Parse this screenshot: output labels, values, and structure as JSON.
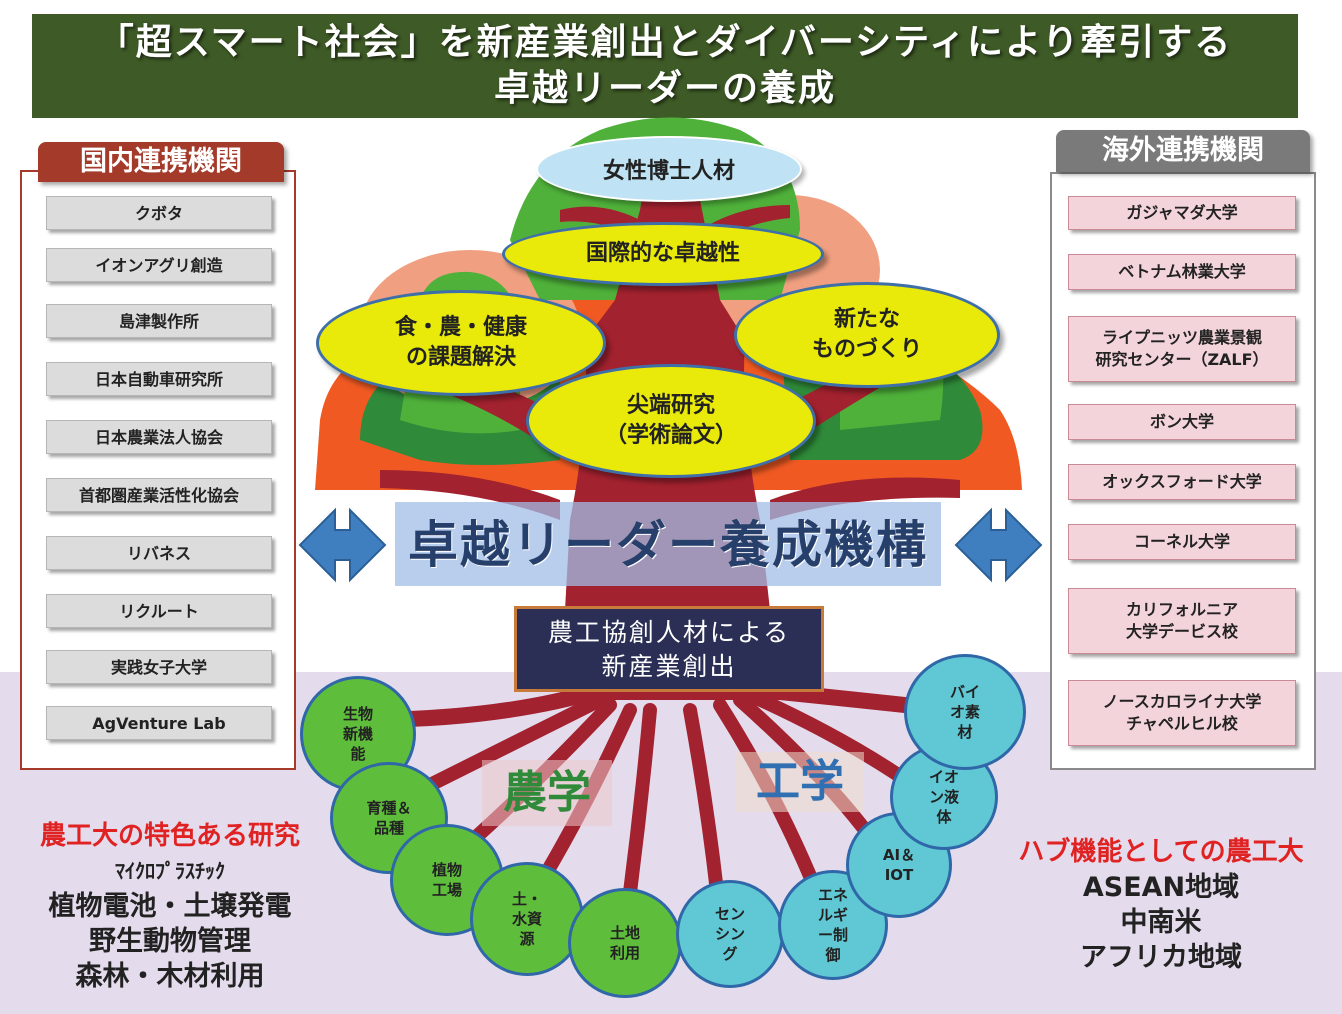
{
  "title": {
    "line1": "「超スマート社会」を新産業創出とダイバーシティにより牽引する",
    "line2": "卓越リーダーの養成"
  },
  "domestic": {
    "title": "国内連携機関",
    "items": [
      "クボタ",
      "イオンアグリ創造",
      "島津製作所",
      "日本自動車研究所",
      "日本農業法人協会",
      "首都圏産業活性化協会",
      "リバネス",
      "リクルート",
      "実践女子大学",
      "AgVenture Lab"
    ]
  },
  "overseas": {
    "title": "海外連携機関",
    "items": [
      {
        "line1": "ガジャマダ大学",
        "line2": ""
      },
      {
        "line1": "ベトナム林業大学",
        "line2": ""
      },
      {
        "line1": "ライプニッツ農業景観",
        "line2": "研究センター（ZALF）"
      },
      {
        "line1": "ボン大学",
        "line2": ""
      },
      {
        "line1": "オックスフォード大学",
        "line2": ""
      },
      {
        "line1": "コーネル大学",
        "line2": ""
      },
      {
        "line1": "カリフォルニア",
        "line2": "大学デービス校"
      },
      {
        "line1": "ノースカロライナ大学",
        "line2": "チャペルヒル校"
      }
    ]
  },
  "canopy": {
    "female": "女性博士人材",
    "intl": "国際的な卓越性",
    "food_l1": "食・農・健康",
    "food_l2": "の課題解決",
    "mono_l1": "新たな",
    "mono_l2": "ものづくり",
    "research_l1": "尖端研究",
    "research_l2": "（学術論文）"
  },
  "org": "卓越リーダー養成機構",
  "trunk": {
    "line1": "農工協創人材による",
    "line2": "新産業創出"
  },
  "fields": {
    "agri": "農学",
    "eng": "工学"
  },
  "roots_green": [
    {
      "l1": "生物",
      "l2": "新機",
      "l3": "能"
    },
    {
      "l1": "育種＆",
      "l2": "品種",
      "l3": ""
    },
    {
      "l1": "植物",
      "l2": "工場",
      "l3": ""
    },
    {
      "l1": "土・",
      "l2": "水資",
      "l3": "源"
    },
    {
      "l1": "土地",
      "l2": "利用",
      "l3": ""
    }
  ],
  "roots_cyan": [
    {
      "l1": "セン",
      "l2": "シン",
      "l3": "グ"
    },
    {
      "l1": "エネ",
      "l2": "ルギ",
      "l3": "ー制",
      "l4": "御"
    },
    {
      "l1": "AI＆",
      "l2": "IOT",
      "l3": ""
    },
    {
      "l1": "イオ",
      "l2": "ン液",
      "l3": "体"
    },
    {
      "l1": "バイ",
      "l2": "オ素",
      "l3": "材"
    }
  ],
  "left_text": {
    "heading": "農工大の特色ある研究",
    "items": [
      "ﾏｲｸﾛﾌﾟﾗｽﾁｯｸ",
      "植物電池・土壌発電",
      "野生動物管理",
      "森林・木材利用"
    ]
  },
  "right_text": {
    "heading": "ハブ機能としての農工大",
    "items": [
      "ASEAN地域",
      "中南米",
      "アフリカ地域"
    ]
  },
  "colors": {
    "banner": "#3e5a26",
    "domestic_accent": "#a43a2a",
    "overseas_accent": "#7a7a7a",
    "trunk": "#a3222f",
    "leaf_green": "#4fb13a",
    "leaf_dark": "#2f8a3a",
    "leaf_orange": "#f05a22",
    "leaf_salmon": "#f0a080",
    "bubble_yellow": "#e9e90a",
    "root_green": "#5fbd3c",
    "root_cyan": "#5fc8d4",
    "arrow": "#3f7fc0"
  }
}
